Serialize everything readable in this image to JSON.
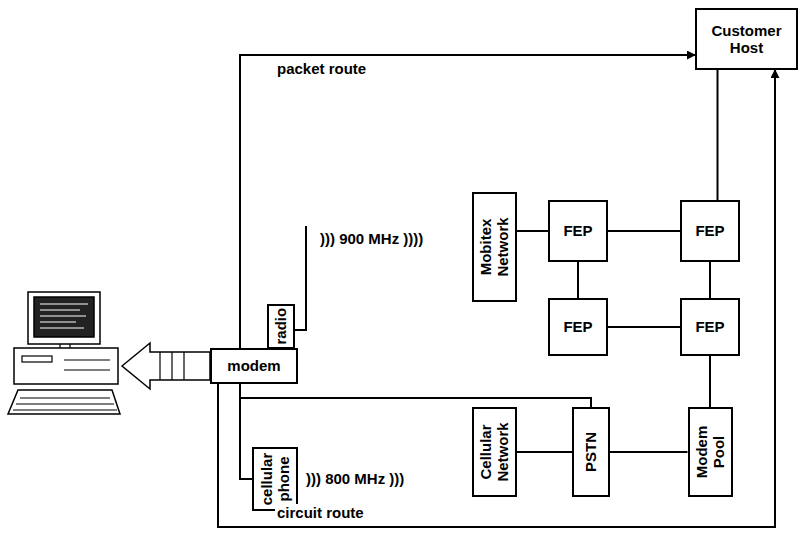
{
  "diagram": {
    "nodes": [
      {
        "text": [
          "Customer Host"
        ]
      },
      {
        "text": [
          "radio"
        ]
      },
      {
        "text": [
          "modem"
        ]
      },
      {
        "text": [
          "Mobitex Network"
        ]
      },
      {
        "text": [
          "FEP"
        ]
      },
      {
        "text": [
          "FEP"
        ]
      },
      {
        "text": [
          "FEP"
        ]
      },
      {
        "text": [
          "FEP"
        ]
      },
      {
        "text": [
          "cellular phone"
        ]
      },
      {
        "text": [
          "Cellular Network"
        ]
      },
      {
        "text": [
          "PSTN"
        ]
      },
      {
        "text": [
          "Modem Pool"
        ]
      }
    ],
    "edges": [
      {
        "from": 2,
        "to": 0,
        "arrow": "to",
        "label": "packet route"
      },
      {
        "from": 3,
        "to": 4,
        "arrow": "none"
      },
      {
        "from": 4,
        "to": 5,
        "arrow": "none"
      },
      {
        "from": 5,
        "to": 0,
        "arrow": "none"
      },
      {
        "from": 4,
        "to": 6,
        "arrow": "none"
      },
      {
        "from": 5,
        "to": 7,
        "arrow": "none"
      },
      {
        "from": 6,
        "to": 7,
        "arrow": "none"
      },
      {
        "from": 7,
        "to": 11,
        "arrow": "none"
      },
      {
        "from": 2,
        "to": 8,
        "arrow": "none"
      },
      {
        "from": 2,
        "to": 10,
        "arrow": "none"
      },
      {
        "from": 9,
        "to": 10,
        "arrow": "none"
      },
      {
        "from": 10,
        "to": 11,
        "arrow": "none"
      },
      {
        "from": 2,
        "to": 0,
        "arrow": "to",
        "label": "circuit route"
      }
    ],
    "labels": [
      "))) 900 MHz ))))",
      "))) 800 MHz )))"
    ]
  }
}
